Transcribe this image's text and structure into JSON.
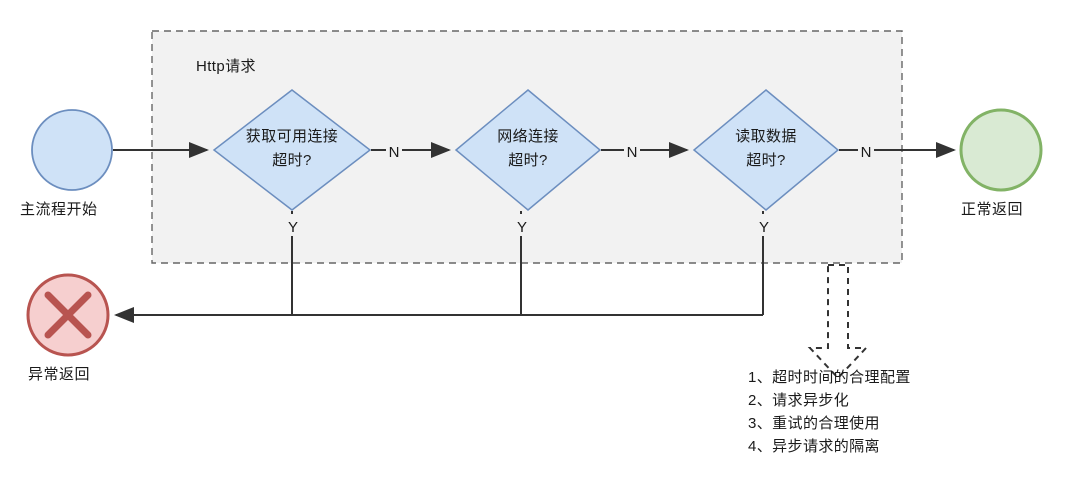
{
  "diagram": {
    "title_visible": false,
    "group": {
      "label": "Http请求",
      "fill": "#f2f2f2",
      "stroke": "#666666",
      "style": "dashed"
    },
    "nodes": [
      {
        "id": "start",
        "shape": "circle",
        "label": "主流程开始",
        "fill": "#cfe2f7",
        "stroke": "#6c8ebf"
      },
      {
        "id": "d1",
        "shape": "diamond",
        "line1": "获取可用连接",
        "line2": "超时?",
        "fill": "#cfe2f7",
        "stroke": "#6c8ebf"
      },
      {
        "id": "d2",
        "shape": "diamond",
        "line1": "网络连接",
        "line2": "超时?",
        "fill": "#cfe2f7",
        "stroke": "#6c8ebf"
      },
      {
        "id": "d3",
        "shape": "diamond",
        "line1": "读取数据",
        "line2": "超时?",
        "fill": "#cfe2f7",
        "stroke": "#6c8ebf"
      },
      {
        "id": "success",
        "shape": "circle",
        "label": "正常返回",
        "fill": "#d9ead3",
        "stroke": "#82b366"
      },
      {
        "id": "error",
        "shape": "circle-x",
        "label": "异常返回",
        "fill": "#f6cfcf",
        "stroke": "#b85450"
      }
    ],
    "edge_labels": {
      "no_1": "N",
      "no_2": "N",
      "no_3": "N",
      "yes_1": "Y",
      "yes_2": "Y",
      "yes_3": "Y"
    },
    "notes": [
      "1、超时时间的合理配置",
      "2、请求异步化",
      "3、重试的合理使用",
      "4、异步请求的隔离"
    ],
    "colors": {
      "line": "#333333",
      "background": "#ffffff"
    }
  }
}
